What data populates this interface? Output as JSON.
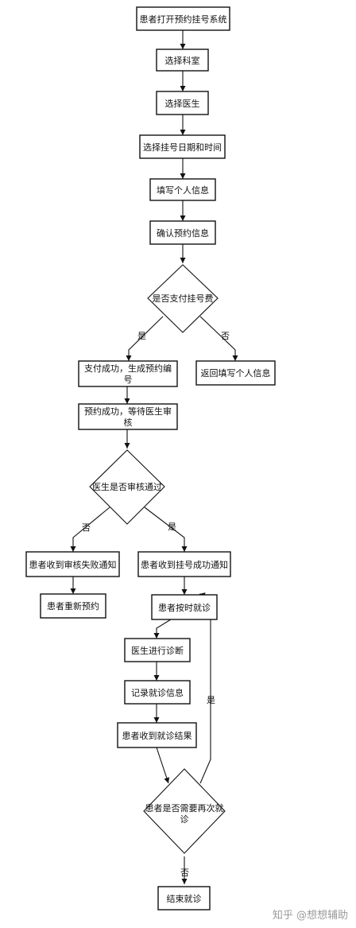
{
  "nodes": {
    "start": "患者打开预约挂号系统",
    "dept": "选择科室",
    "doctor": "选择医生",
    "datetime": "选择挂号日期和时间",
    "info": "填写个人信息",
    "confirm": "确认预约信息",
    "pay_q": "是否支付挂号费",
    "pay_ok_1": "支付成功，生成预约编",
    "pay_ok_2": "号",
    "back_info": "返回填写个人信息",
    "wait_1": "预约成功，等待医生审",
    "wait_2": "核",
    "review_q": "医生是否审核通过",
    "fail_notice": "患者收到审核失败通知",
    "success_notice": "患者收到挂号成功通知",
    "rebook": "患者重新预约",
    "visit": "患者按时就诊",
    "diagnose": "医生进行诊断",
    "record": "记录就诊信息",
    "result": "患者收到就诊结果",
    "again_q_1": "患者是否需要再次就",
    "again_q_2": "诊",
    "end": "结束就诊"
  },
  "edge_labels": {
    "pay_yes": "是",
    "pay_no": "否",
    "review_no": "否",
    "review_yes": "是",
    "again_yes": "是",
    "again_no": "否"
  },
  "watermark": "知乎 @想想辅助"
}
